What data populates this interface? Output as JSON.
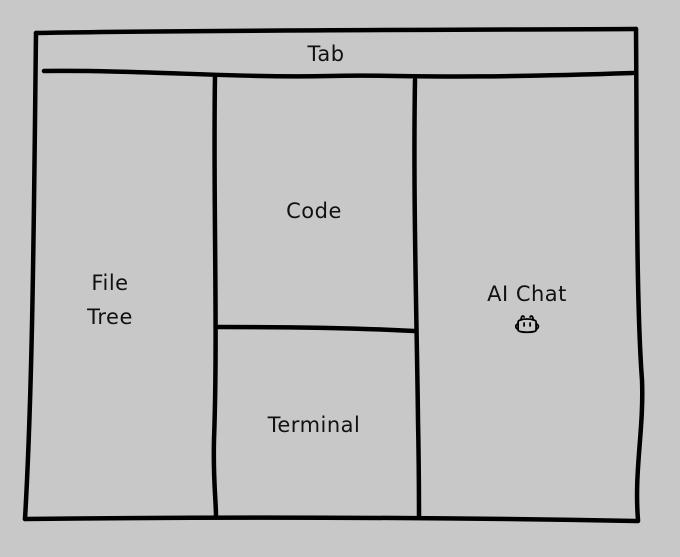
{
  "wireframe": {
    "tab_label": "Tab",
    "file_tree_label_line1": "File",
    "file_tree_label_line2": "Tree",
    "code_label": "Code",
    "terminal_label": "Terminal",
    "ai_chat_label": "AI Chat",
    "ai_chat_icon": "robot-face-icon"
  },
  "colors": {
    "background": "#c8c8c8",
    "stroke": "#000000"
  }
}
